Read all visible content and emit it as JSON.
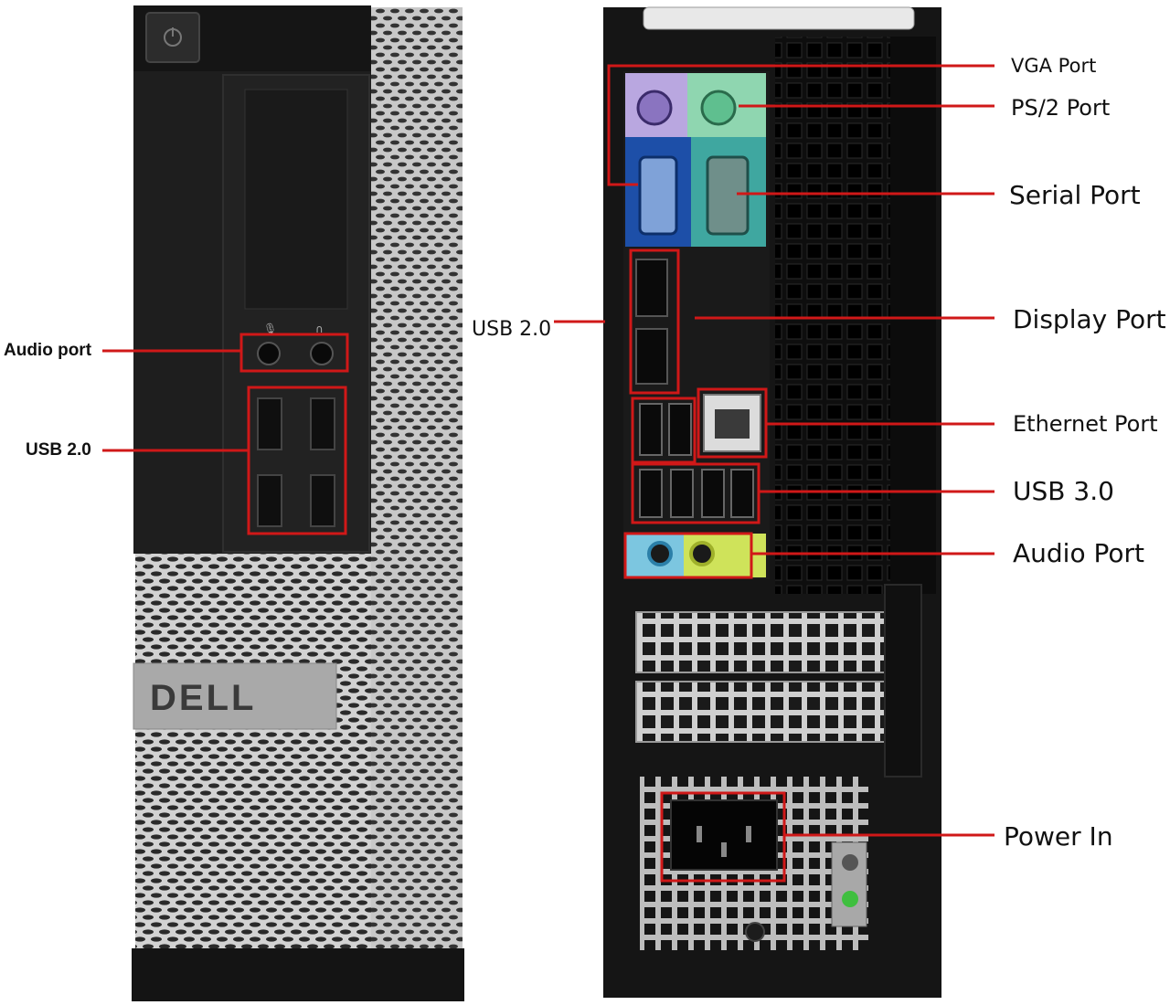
{
  "front_labels": {
    "audio_port": "Audio port",
    "usb_20": "USB 2.0"
  },
  "back_labels": {
    "usb_20": "USB 2.0",
    "vga_port": "VGA Port",
    "ps2_port": "PS/2 Port",
    "serial_port": "Serial Port",
    "display_port": "Display Port",
    "ethernet_port": "Ethernet Port",
    "usb_30": "USB 3.0",
    "audio_port": "Audio Port",
    "power_in": "Power In"
  },
  "brand": "DELL",
  "colors": {
    "callout": "#d01818",
    "case_black": "#1b1b1b",
    "mesh_silver": "#bdbdbd",
    "ps2_purple": "#b9a7e0",
    "ps2_green": "#8fd6b0",
    "vga_blue": "#1d4fa8",
    "serial_teal": "#3fa7a0",
    "audio_blue": "#7cc6e0",
    "audio_lime": "#cfe35a"
  }
}
